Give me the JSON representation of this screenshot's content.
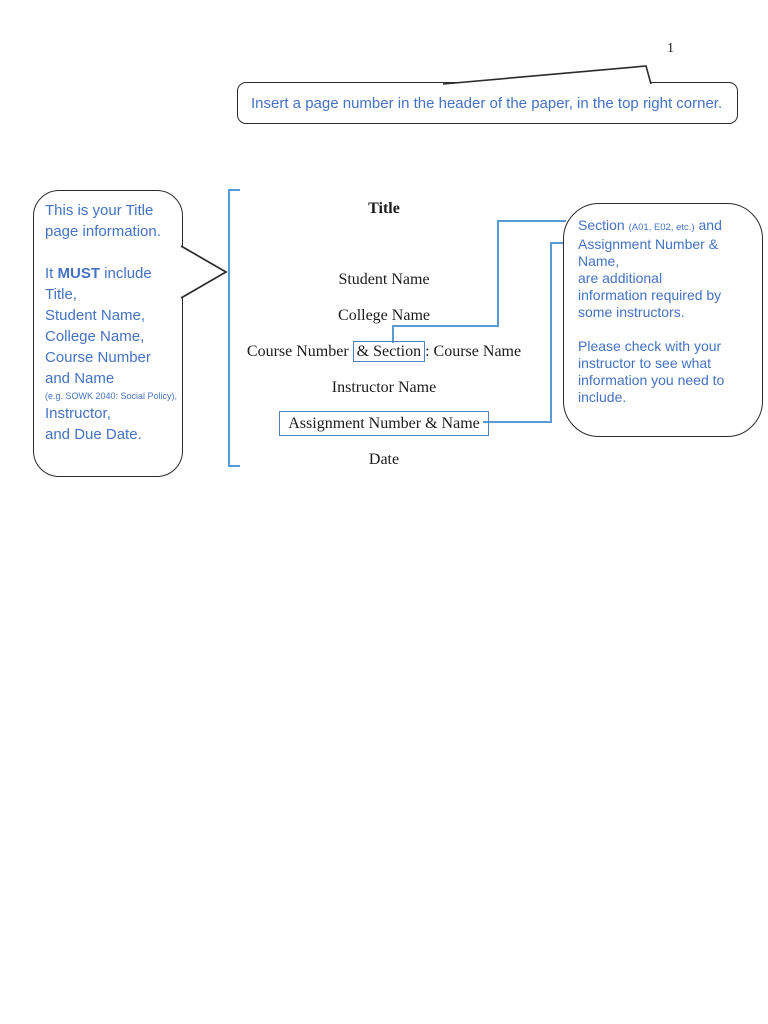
{
  "page": {
    "number": "1"
  },
  "colors": {
    "callout_text_blue": "#4472c4",
    "connector_blue": "#5b9bd5",
    "box_border_blue": "#4f81bd",
    "bubble_border": "#2b2b2b",
    "body_text": "#1b1b1b"
  },
  "top_callout": {
    "text": "Insert a page number in the header of the paper, in the top right corner."
  },
  "left_callout": {
    "line1": "This is your Title",
    "line2": "page information.",
    "line3_pre": "It ",
    "line3_bold": "MUST",
    "line3_post": " include",
    "line4": "Title,",
    "line5": "Student Name,",
    "line6": "College Name,",
    "line7": "Course Number",
    "line8": "and Name",
    "line9_small": "(e.g. SOWK 2040: Social Policy),",
    "line10": "Instructor,",
    "line11": "and Due Date."
  },
  "title_page": {
    "title": "Title",
    "student_name": "Student Name",
    "college_name": "College Name",
    "course_pre": "Course Number ",
    "course_boxed": "& Section",
    "course_post": ": Course Name",
    "instructor_name": "Instructor Name",
    "assignment_boxed": "Assignment Number & Name",
    "date": "Date"
  },
  "right_callout": {
    "line1_pre": "Section ",
    "line1_small": "(A01, E02, etc.)",
    "line1_post": " and",
    "line2": "Assignment Number &",
    "line3": "Name,",
    "line4": "are additional",
    "line5": "information required by",
    "line6": "some instructors.",
    "line7": "Please check with your",
    "line8": "instructor to see what",
    "line9": "information you need to",
    "line10": "include."
  }
}
